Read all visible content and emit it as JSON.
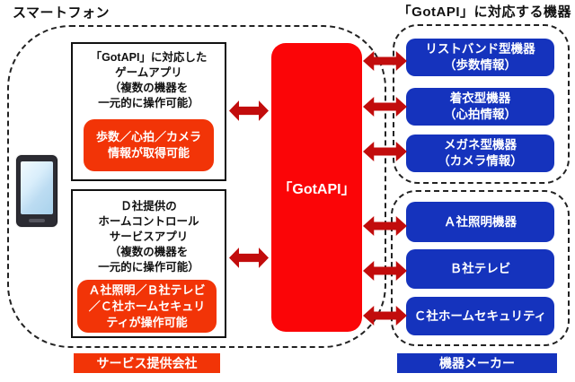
{
  "titles": {
    "smartphone": "スマートフォン",
    "devices": "「GotAPI」に対応する機器"
  },
  "gotapi_box": {
    "label": "「GotAPI」"
  },
  "app_boxes": [
    {
      "lines": [
        "「GotAPI」に対応した",
        "ゲームアプリ",
        "（複数の機器を",
        "一元的に操作可能）"
      ],
      "highlight_lines": [
        "歩数／心拍／カメラ",
        "情報が取得可能"
      ]
    },
    {
      "lines": [
        "Ｄ社提供の",
        "ホームコントロール",
        "サービスアプリ",
        "（複数の機器を",
        "一元的に操作可能）"
      ],
      "highlight_lines": [
        "Ａ社照明／Ｂ社テレビ",
        "／Ｃ社ホームセキュリ",
        "ティが操作可能"
      ]
    }
  ],
  "device_boxes": [
    {
      "lines": [
        "リストバンド型機器",
        "（歩数情報）"
      ]
    },
    {
      "lines": [
        "着衣型機器",
        "（心拍情報）"
      ]
    },
    {
      "lines": [
        "メガネ型機器",
        "（カメラ情報）"
      ]
    },
    {
      "lines": [
        "Ａ社照明機器"
      ]
    },
    {
      "lines": [
        "Ｂ社テレビ"
      ]
    },
    {
      "lines": [
        "Ｃ社ホームセキュリティ"
      ]
    }
  ],
  "footers": {
    "service": "サービス提供会社",
    "maker": "機器メーカー"
  },
  "icons": {
    "smartphone": "smartphone-icon",
    "arrow": "double-headed-arrow-icon"
  },
  "colors": {
    "red": "#fb0507",
    "arrow_red": "#c20c0c",
    "orange_red": "#f23407",
    "blue": "#1533bd"
  }
}
